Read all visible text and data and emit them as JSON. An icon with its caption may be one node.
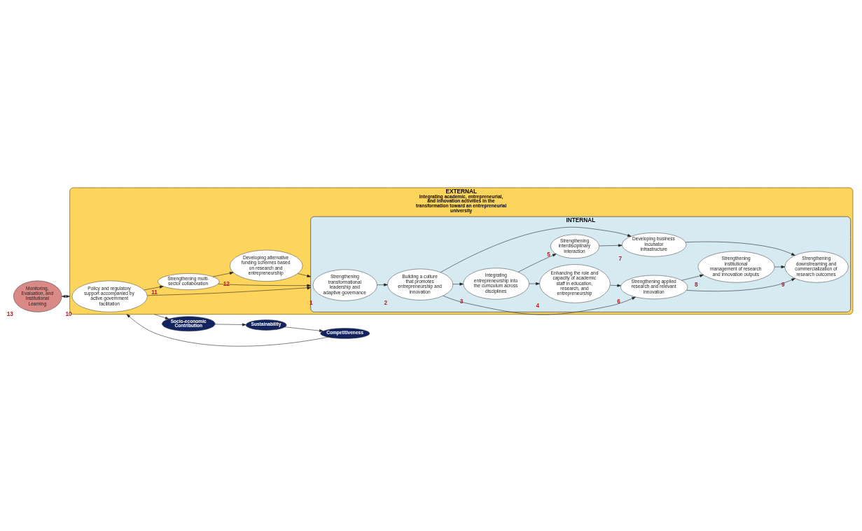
{
  "diagram": {
    "nodes": [
      {
        "text": [
          "EXTERNAL",
          "Integrating academic, entrepreneurial, and innovation activities in the transformation toward an entrepreneurial university"
        ]
      },
      {
        "text": [
          "INTERNAL"
        ],
        "in": 0
      },
      {
        "text": [
          "Strengthening transformational leadership and adaptive governance"
        ],
        "beside": [
          "1"
        ],
        "in": 1
      },
      {
        "text": [
          "Building a culture that promotes entrepreneurship and innovation"
        ],
        "beside": [
          "2"
        ],
        "in": 1
      },
      {
        "text": [
          "Integrating entrepreneurship into the curriculum across disciplines"
        ],
        "beside": [
          "3"
        ],
        "in": 1
      },
      {
        "text": [
          "Enhancing the role and capacity of academic staff in education, research, and entrepreneurship"
        ],
        "beside": [
          "4"
        ],
        "in": 1
      },
      {
        "text": [
          "Strengthening interdisciplinary interaction"
        ],
        "beside": [
          "5"
        ],
        "in": 1
      },
      {
        "text": [
          "Strengthening applied research and relevant innovation"
        ],
        "beside": [
          "6"
        ],
        "in": 1
      },
      {
        "text": [
          "Developing business incubator infrastructure"
        ],
        "beside": [
          "7"
        ],
        "in": 1
      },
      {
        "text": [
          "Strengthening institutional management of research and innovation outputs"
        ],
        "beside": [
          "8"
        ],
        "in": 1
      },
      {
        "text": [
          "Strengthening downstreaming and commercialization of research outcomes"
        ],
        "beside": [
          "9"
        ],
        "in": 1
      },
      {
        "text": [
          "Policy and regulatory support accompanied by active government facilitation"
        ],
        "beside": [
          "10"
        ],
        "in": 0
      },
      {
        "text": [
          "Strengthening multi-sector collaboration"
        ],
        "beside": [
          "11"
        ],
        "in": 0
      },
      {
        "text": [
          "Developing alternative funding schemes based on research and entrepreneurship"
        ],
        "beside": [
          "12"
        ],
        "in": 0
      },
      {
        "text": [
          "Monitoring, Evaluation, and Institutional Learning"
        ],
        "beside": [
          "13"
        ]
      },
      {
        "text": [
          "Competitiveness"
        ]
      },
      {
        "text": [
          "Sustainability"
        ]
      },
      {
        "text": [
          "Socio-economic Contribution"
        ]
      }
    ],
    "edges": [
      {
        "from": 2,
        "to": 3,
        "arrow": "to"
      },
      {
        "from": 3,
        "to": 4,
        "arrow": "to"
      },
      {
        "from": 3,
        "to": 8,
        "arrow": "to"
      },
      {
        "from": 3,
        "to": 7,
        "arrow": "to"
      },
      {
        "from": 4,
        "to": 5,
        "arrow": "to"
      },
      {
        "from": 4,
        "to": 6,
        "arrow": "to"
      },
      {
        "from": 5,
        "to": 7,
        "arrow": "to"
      },
      {
        "from": 6,
        "to": 8,
        "arrow": "to"
      },
      {
        "from": 7,
        "to": 9,
        "arrow": "to"
      },
      {
        "from": 7,
        "to": 10,
        "arrow": "to"
      },
      {
        "from": 8,
        "to": 10,
        "arrow": "to"
      },
      {
        "from": 9,
        "to": 10,
        "arrow": "to"
      },
      {
        "from": 11,
        "to": 1,
        "arrow": "to"
      },
      {
        "from": 11,
        "to": 12,
        "arrow": "to"
      },
      {
        "from": 12,
        "to": 1,
        "arrow": "to"
      },
      {
        "from": 12,
        "to": 13,
        "arrow": "to"
      },
      {
        "from": 13,
        "to": 1,
        "arrow": "to"
      },
      {
        "from": 14,
        "to": 0,
        "arrow": "both"
      },
      {
        "from": 0,
        "to": 17,
        "arrow": "to"
      },
      {
        "from": 17,
        "to": 16,
        "arrow": "to"
      },
      {
        "from": 16,
        "to": 15,
        "arrow": "to"
      },
      {
        "from": 15,
        "to": 0,
        "arrow": "to"
      }
    ]
  }
}
